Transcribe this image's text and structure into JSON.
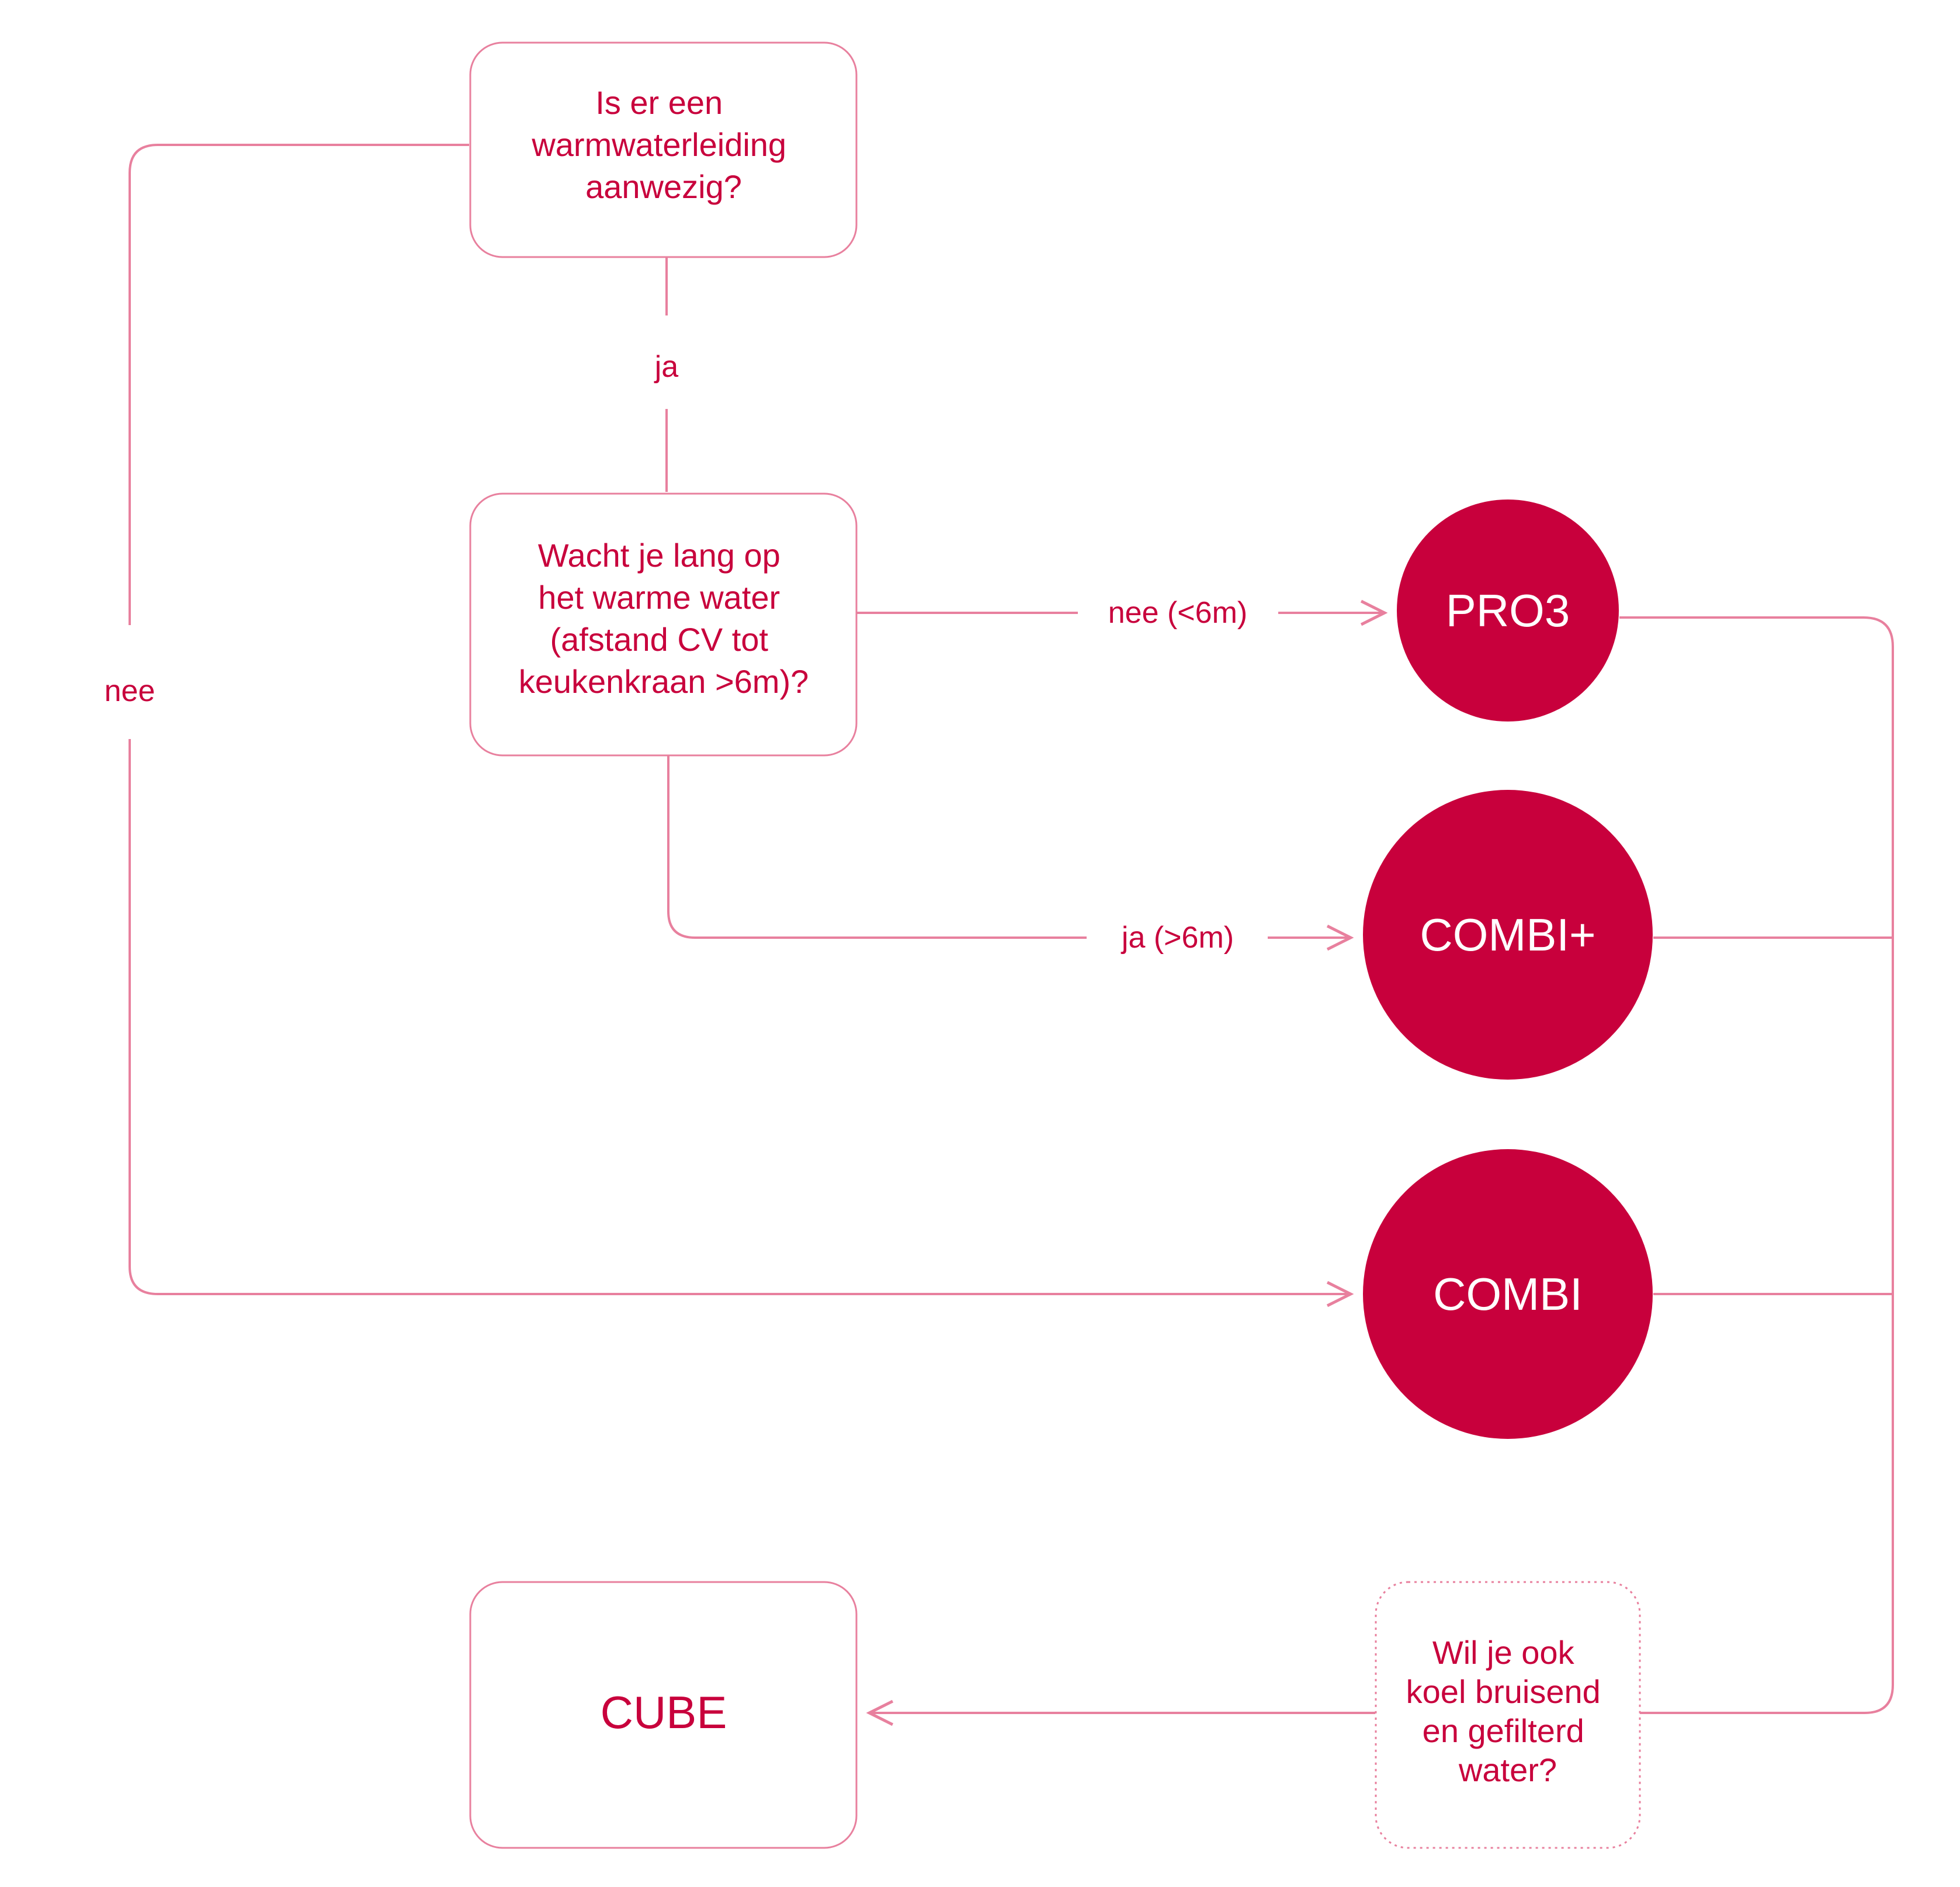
{
  "colors": {
    "accent": "#C8003C",
    "line": "#E8809E",
    "circle_text": "#ffffff",
    "background": "#ffffff"
  },
  "nodes": {
    "q1": {
      "lines": [
        "Is er een",
        "warmwaterleiding",
        "aanwezig?"
      ]
    },
    "q2": {
      "lines": [
        "Wacht je lang op",
        "het warme water",
        "(afstand CV tot",
        "keukenkraan >6m)?"
      ]
    },
    "q3": {
      "lines": [
        "Wil je ook",
        "koel bruisend",
        "en gefilterd",
        "water?"
      ]
    },
    "pro3": {
      "label": "PRO3"
    },
    "combi_plus": {
      "label": "COMBI+"
    },
    "combi": {
      "label": "COMBI"
    },
    "cube": {
      "label": "CUBE"
    }
  },
  "edges": {
    "q1_yes": "ja",
    "q1_no": "nee",
    "q2_no": "nee (<6m)",
    "q2_yes": "ja (>6m)"
  }
}
